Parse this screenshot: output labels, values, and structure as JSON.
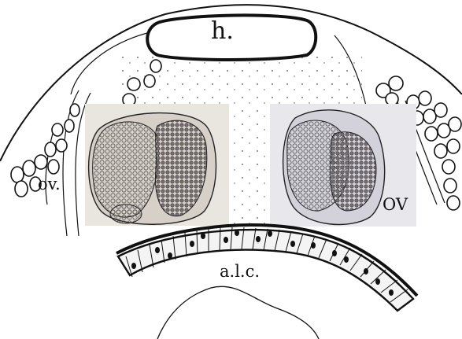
{
  "labels": {
    "h": "h.",
    "ov_left": "ov.",
    "ov_right": "OV",
    "alc": "a.l.c."
  },
  "colors": {
    "ink": "#111111",
    "paper": "#ffffff",
    "photo_left": "#c9c4bd",
    "photo_right": "#c6c4cc"
  }
}
